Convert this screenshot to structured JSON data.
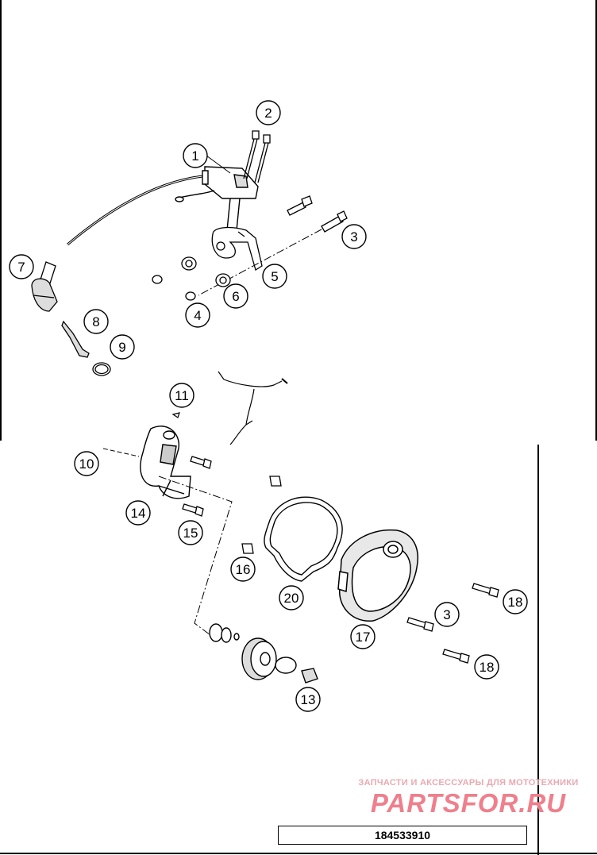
{
  "callouts": [
    {
      "id": "c1",
      "label": "1"
    },
    {
      "id": "c2",
      "label": "2"
    },
    {
      "id": "c3a",
      "label": "3"
    },
    {
      "id": "c4",
      "label": "4"
    },
    {
      "id": "c5",
      "label": "5"
    },
    {
      "id": "c6",
      "label": "6"
    },
    {
      "id": "c7",
      "label": "7"
    },
    {
      "id": "c8",
      "label": "8"
    },
    {
      "id": "c9",
      "label": "9"
    },
    {
      "id": "c10",
      "label": "10"
    },
    {
      "id": "c11",
      "label": "11"
    },
    {
      "id": "c13",
      "label": "13"
    },
    {
      "id": "c14",
      "label": "14"
    },
    {
      "id": "c15",
      "label": "15"
    },
    {
      "id": "c16",
      "label": "16"
    },
    {
      "id": "c17",
      "label": "17"
    },
    {
      "id": "c3b",
      "label": "3"
    },
    {
      "id": "c18a",
      "label": "18"
    },
    {
      "id": "c18b",
      "label": "18"
    },
    {
      "id": "c20",
      "label": "20"
    }
  ],
  "reference_number": "184533910",
  "watermark": {
    "subtitle": "ЗАПЧАСТИ И АКСЕССУАРЫ ДЛЯ МОТОТЕХНИКИ",
    "brand": "PARTSFOR.RU"
  },
  "colors": {
    "line": "#000000",
    "watermark": "#ef7f8c"
  }
}
